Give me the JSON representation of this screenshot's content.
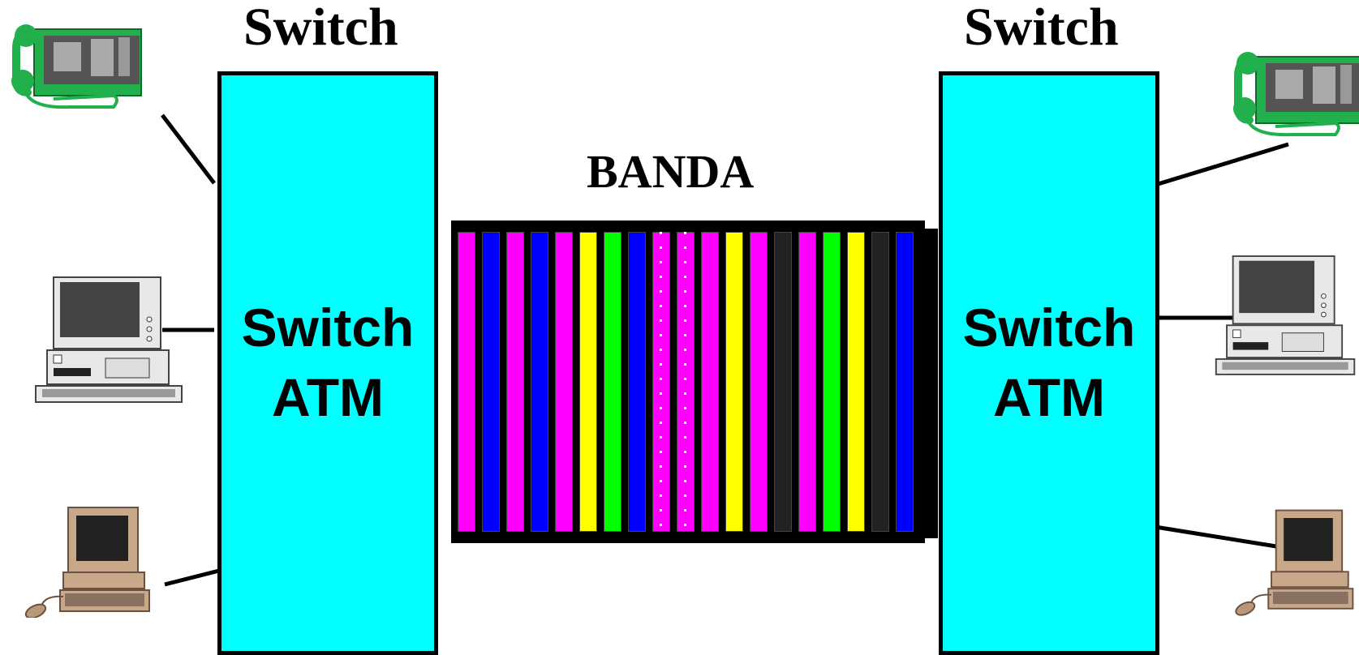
{
  "left_switch": {
    "title": "Switch",
    "label_line1": "Switch",
    "label_line2": "ATM"
  },
  "right_switch": {
    "title": "Switch",
    "label_line1": "Switch",
    "label_line2": "ATM"
  },
  "band": {
    "title": "BANDA",
    "channels": [
      "#ff00ff",
      "#0000ff",
      "#ff00ff",
      "#0000ff",
      "#ff00ff",
      "#ffff00",
      "#00ff00",
      "#0000ff",
      "#ff00ff",
      "#ff00ff",
      "#ff00ff",
      "#ffff00",
      "#ff00ff",
      "#222222",
      "#ff00ff",
      "#00ff00",
      "#ffff00",
      "#222222",
      "#0000ff",
      "#ff00ff"
    ]
  },
  "colors": {
    "switch_fill": "#00ffff",
    "phone": "#22b04c",
    "outline": "#000000"
  },
  "icons": [
    "telephone-icon",
    "desktop-computer-icon",
    "personal-computer-icon"
  ]
}
